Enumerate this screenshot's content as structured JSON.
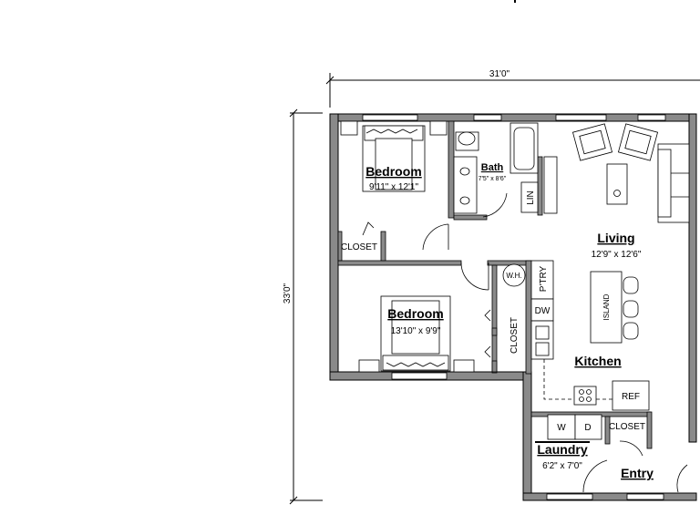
{
  "dimensions": {
    "width": "31'0\"",
    "height": "33'0\""
  },
  "rooms": {
    "bedroom1": {
      "name": "Bedroom",
      "size": "9'11\" x 12'1\""
    },
    "bath": {
      "name": "Bath",
      "size": "7'5\" x 8'6\""
    },
    "living": {
      "name": "Living",
      "size": "12'9\" x 12'6\""
    },
    "bedroom2": {
      "name": "Bedroom",
      "size": "13'10\" x 9'9\""
    },
    "kitchen": {
      "name": "Kitchen"
    },
    "laundry": {
      "name": "Laundry",
      "size": "6'2\" x 7'0\""
    },
    "entry": {
      "name": "Entry"
    }
  },
  "fixtures": {
    "closet_bed1": "CLOSET",
    "closet_bed2": "CLOSET",
    "closet_entry": "CLOSET",
    "lin": "LIN",
    "wh": "W.H.",
    "pantry": "P'TRY",
    "dw": "DW",
    "island": "ISLAND",
    "ref": "REF",
    "washer": "W",
    "dryer": "D"
  }
}
